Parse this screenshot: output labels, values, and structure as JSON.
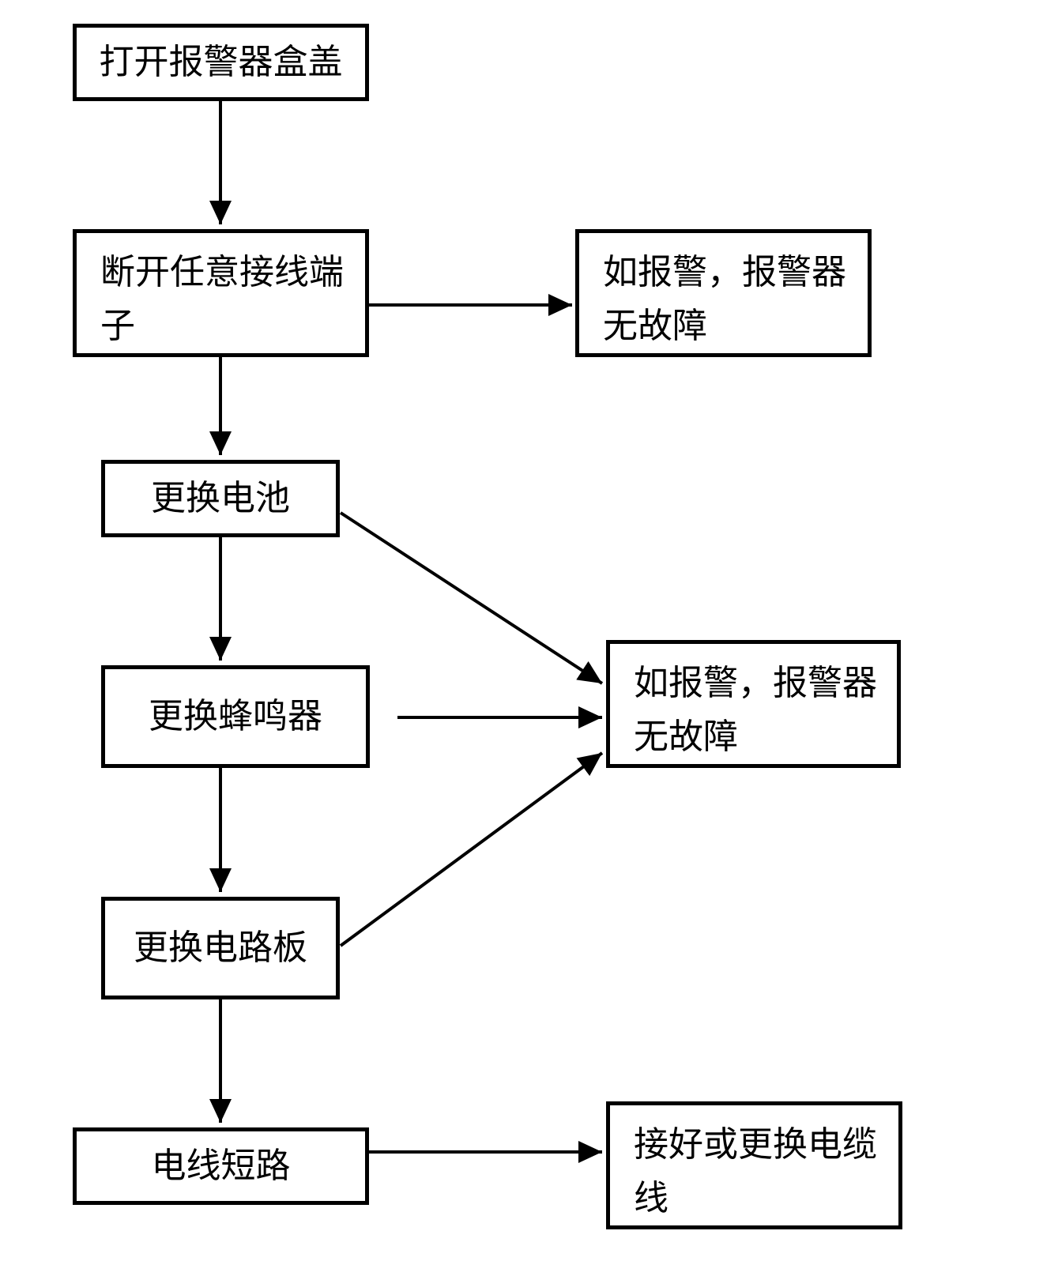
{
  "diagram": {
    "title_hint": "alarm troubleshooting flowchart",
    "background_color": "#ffffff",
    "line_color": "#000000",
    "box_fill": "#ffffff",
    "nodes": {
      "open_cover": {
        "label": "打开报警器盒盖"
      },
      "disconnect_terminal": {
        "label": "断开任意接线端子"
      },
      "alarm_ok_top": {
        "label": "如报警，报警器无故障"
      },
      "replace_battery": {
        "label": "更换电池"
      },
      "replace_buzzer": {
        "label": "更换蜂鸣器"
      },
      "alarm_ok_mid": {
        "label": "如报警，报警器无故障"
      },
      "replace_circuit_board": {
        "label": "更换电路板"
      },
      "wire_short": {
        "label": "电线短路"
      },
      "fix_cable": {
        "label": "接好或更换电缆线"
      }
    },
    "edges": [
      {
        "from": "open_cover",
        "to": "disconnect_terminal"
      },
      {
        "from": "disconnect_terminal",
        "to": "alarm_ok_top"
      },
      {
        "from": "disconnect_terminal",
        "to": "replace_battery"
      },
      {
        "from": "replace_battery",
        "to": "replace_buzzer"
      },
      {
        "from": "replace_battery",
        "to": "alarm_ok_mid"
      },
      {
        "from": "replace_buzzer",
        "to": "replace_circuit_board"
      },
      {
        "from": "replace_buzzer",
        "to": "alarm_ok_mid"
      },
      {
        "from": "replace_circuit_board",
        "to": "alarm_ok_mid"
      },
      {
        "from": "replace_circuit_board",
        "to": "wire_short"
      },
      {
        "from": "wire_short",
        "to": "fix_cable"
      }
    ]
  }
}
